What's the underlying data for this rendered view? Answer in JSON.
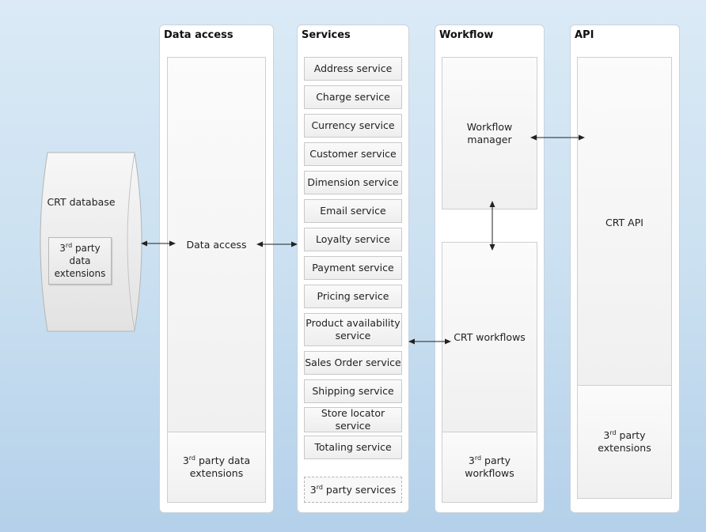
{
  "crt_database": {
    "label": "CRT database",
    "ext_base": "3",
    "ext_sup": "rd",
    "ext_line1": " party",
    "ext_line2": "data",
    "ext_line3": "extensions"
  },
  "data_access": {
    "title": "Data access",
    "main": "Data access",
    "ext_base": "3",
    "ext_sup": "rd",
    "ext_line1": " party data",
    "ext_line2": "extensions"
  },
  "services": {
    "title": "Services",
    "items": [
      {
        "line1": "Address service"
      },
      {
        "line1": "Charge service"
      },
      {
        "line1": "Currency service"
      },
      {
        "line1": "Customer service"
      },
      {
        "line1": "Dimension service"
      },
      {
        "line1": "Email service"
      },
      {
        "line1": "Loyalty service"
      },
      {
        "line1": "Payment service"
      },
      {
        "line1": "Pricing service"
      },
      {
        "line1": "Product availability",
        "line2": "service"
      },
      {
        "line1": "Sales Order service"
      },
      {
        "line1": "Shipping service"
      },
      {
        "line1": "Store locator",
        "line2": "service"
      },
      {
        "line1": "Totaling service"
      }
    ],
    "third_party_base": "3",
    "third_party_sup": "rd",
    "third_party_rest": " party services"
  },
  "workflow": {
    "title": "Workflow",
    "manager_line1": "Workflow",
    "manager_line2": "manager",
    "crt_workflows": "CRT workflows",
    "ext_base": "3",
    "ext_sup": "rd",
    "ext_line1": " party",
    "ext_line2": "workflows"
  },
  "api": {
    "title": "API",
    "crt_api": "CRT API",
    "ext_base": "3",
    "ext_sup": "rd",
    "ext_line1": " party",
    "ext_line2": "extensions"
  },
  "colors": {
    "background_top": "#dbeaf6",
    "background_bottom": "#b4d0ea",
    "lane": "#ffffff",
    "panel": "#f0f0f0",
    "arrow": "#222222"
  }
}
